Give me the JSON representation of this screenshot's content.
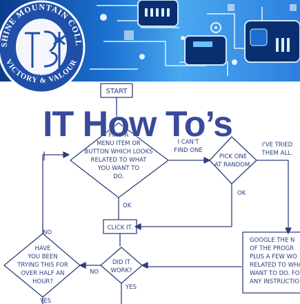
{
  "header": {
    "crest": {
      "college_name": "SUNSHINE MOUNTAIN COLLEGE",
      "motto": "VICTORY & VALOUR",
      "monogram": "TMC"
    },
    "title": "IT How To’s"
  },
  "flowchart": {
    "start": "START",
    "find_item": [
      "FIND A",
      "MENU ITEM OR",
      "BUTTON WHICH LOOKS",
      "RELATED TO WHAT",
      "YOU WANT TO",
      "DO."
    ],
    "cant_find": [
      "I CAN'T",
      "FIND ONE"
    ],
    "pick_one": [
      "PICK ONE",
      "AT RANDOM."
    ],
    "tried_all": [
      "I'VE TRIED",
      "THEM ALL."
    ],
    "ok_1": "OK",
    "ok_2": "OK",
    "click_it": "CLICK IT.",
    "did_it_work": [
      "DID IT",
      "WORK?"
    ],
    "no_1": "NO",
    "no_2": "NO",
    "yes_1": "YES",
    "yes_2": "YES",
    "been_trying": [
      "HAVE",
      "YOU BEEN",
      "TRYING THIS FOR",
      "OVER HALF AN",
      "HOUR?"
    ],
    "google": [
      "GOOGLE THE N",
      "OF THE PROGR",
      "PLUS A FEW WO",
      "RELATED TO WHA",
      "WANT TO DO.  FO",
      "ANY INSTRUCTIO"
    ]
  },
  "colors": {
    "ink": "#2e3d7c",
    "title": "#3a4a9a",
    "banner_dark": "#0b3c8c",
    "banner_light": "#4aa8ef"
  }
}
